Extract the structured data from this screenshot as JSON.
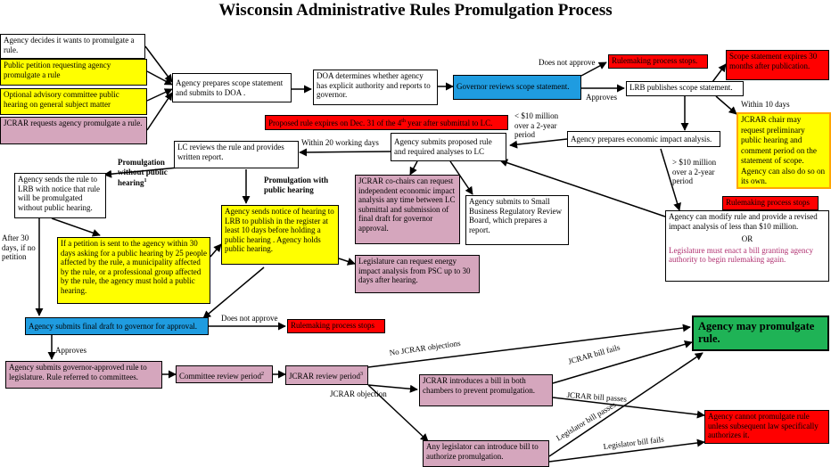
{
  "title": "Wisconsin Administrative Rules Promulgation Process",
  "boxes": {
    "agency_decides": "Agency decides it wants to promulgate a rule.",
    "public_petition": "Public petition requesting agency promulgate a rule",
    "advisory": "Optional advisory committee public hearing on general subject matter",
    "jcrar_requests": "JCRAR requests agency promulgate a rule.",
    "scope_statement": "Agency prepares scope statement and submits to DOA .",
    "doa": "DOA determines whether agency has explicit authority and reports to governor.",
    "governor_scope": "Governor reviews scope statement.",
    "stops1": "Rulemaking process stops.",
    "expires": "Scope statement expires 30 months after publication.",
    "lrb_publishes": "LRB publishes scope statement.",
    "jcrar_chair": "JCRAR chair may request preliminary public hearing and comment period on the statement of scope. Agency can also do so on its own.",
    "proposed_expires_pre": "Proposed rule expires on Dec. 31 of the 4",
    "proposed_expires_sup": "th",
    "proposed_expires_post": " year after submittal to LC.",
    "econ_impact": "Agency prepares economic impact analysis.",
    "submits_lc": "Agency submits proposed rule and required analyses to LC",
    "lc_reviews": "LC reviews the rule and provides written report.",
    "sends_lrb": "Agency sends the rule to LRB with notice that rule will be promulgated without public hearing.",
    "notice_hearing": "Agency sends notice of hearing to LRB to publish in the register at least 10 days before holding a public hearing . Agency holds public hearing.",
    "jcrar_cochairs": "JCRAR co-chairs can request independent economic impact analysis any time between LC submittal and submission of final draft for governor approval.",
    "small_business": "Agency submits to Small Business Regulatory Review Board, which prepares a report.",
    "stops2": "Rulemaking process stops",
    "modify_line": "Agency can modify rule and provide a revised impact analysis of less than $10 million.",
    "or": "OR",
    "legislature_bill": "Legislature must enact a bill granting agency authority to begin rulemaking again.",
    "petition": "If a petition is sent to the agency within 30 days asking for a public hearing by 25 people affected by the rule, a municipality affected by the rule, or a professional group affected by the rule, the agency must hold a public hearing.",
    "energy": "Legislature can request energy impact analysis from PSC up to 30 days after hearing.",
    "final_draft": "Agency submits final draft to governor for approval.",
    "stops3": "Rulemaking process stops",
    "may_promulgate": "Agency may promulgate rule.",
    "gov_approved": "Agency submits governor-approved rule to legislature. Rule referred to committees.",
    "committee_review": "Committee review period",
    "committee_sup": "2",
    "jcrar_review": "JCRAR review period",
    "jcrar_sup": "3",
    "jcrar_introduces": "JCRAR introduces a bill in both chambers to prevent promulgation.",
    "cannot_promulgate": "Agency cannot promulgate rule unless subsequent law specifically authorizes it.",
    "any_legislator": "Any legislator can introduce bill to authorize promulgation."
  },
  "labels": {
    "does_not_approve1": "Does not approve",
    "approves1": "Approves",
    "within_10_days": "Within 10 days",
    "lt10m": "< $10 million over a 2-year period",
    "gt10m": "> $10 million over a 2-year period",
    "within_20": "Within 20 working days",
    "without_hearing": "Promulgation without public hearing",
    "without_sup": "1",
    "with_hearing": "Promulgation with public hearing",
    "after_30": "After 30 days, if no petition",
    "does_not_approve2": "Does not approve",
    "approves2": "Approves",
    "no_objections": "No JCRAR objections",
    "jcrar_objection": "JCRAR objection",
    "bill_fails1": "JCRAR bill fails",
    "bill_passes1": "JCRAR bill passes",
    "leg_passes": "Legislator bill passes",
    "leg_fails": "Legislator bill fails"
  }
}
